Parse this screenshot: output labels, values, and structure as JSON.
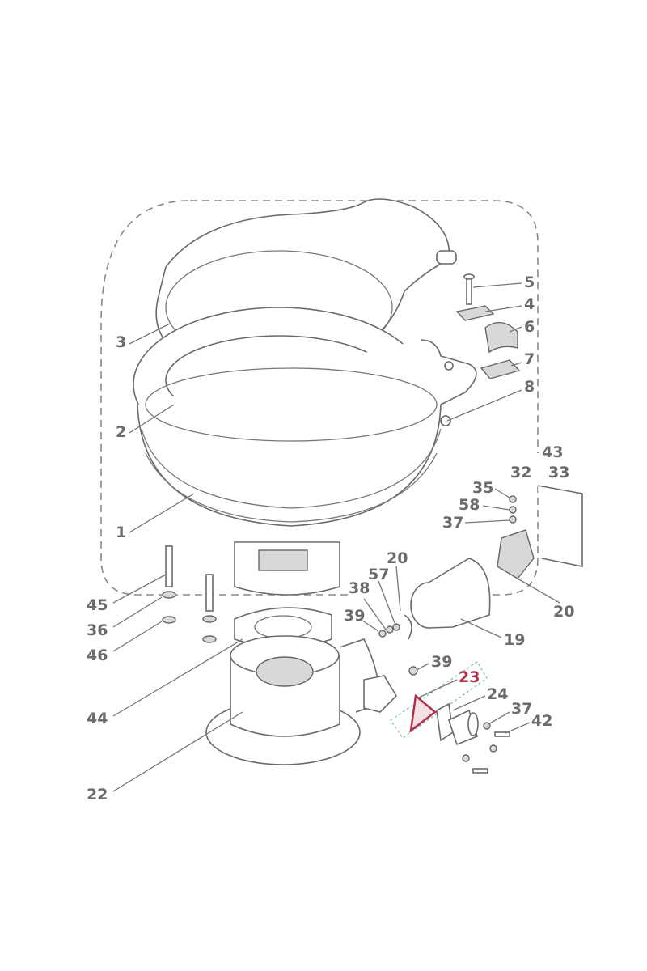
{
  "diagram": {
    "type": "exploded-parts-view",
    "highlight_color": "#b0304a",
    "label_color": "#6b6b6b",
    "highlighted_part": "23",
    "callouts": [
      "5",
      "4",
      "6",
      "7",
      "8",
      "3",
      "2",
      "1",
      "43",
      "33",
      "32",
      "35",
      "58",
      "37",
      "20",
      "20",
      "19",
      "38",
      "57",
      "39",
      "45",
      "36",
      "46",
      "44",
      "39",
      "23",
      "24",
      "37",
      "42",
      "22"
    ]
  }
}
